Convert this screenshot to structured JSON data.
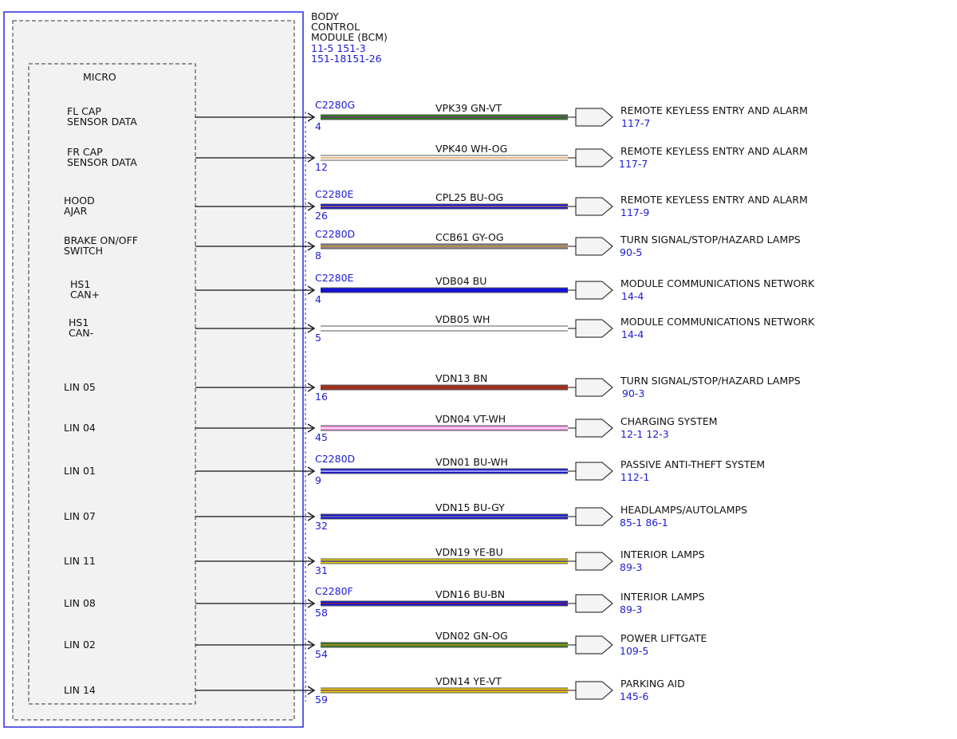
{
  "module": {
    "title_lines": [
      "BODY",
      "CONTROL",
      "MODULE (BCM)"
    ],
    "ref_lines": [
      "11-5  151-3",
      "151-18151-26"
    ],
    "inner_label": "MICRO"
  },
  "colors": {
    "module_border": "#2a2ae0",
    "ref_text": "#1b1bd6",
    "GN": "#2e7d1e",
    "VT": "#7a2a8e",
    "WH": "#ffffff",
    "OG": "#d98a2b",
    "BU": "#1212d8",
    "GY": "#8a8a8a",
    "BN": "#a0301f",
    "YE": "#e6d000",
    "PK": "#f08ee0"
  },
  "circuits": [
    {
      "pin_lines": [
        "FL CAP",
        "SENSOR DATA"
      ],
      "connector": "C2280G",
      "pin": "4",
      "circuit": "VPK39",
      "wire_color": "GN-VT",
      "primary": "GN",
      "stripe": "VT",
      "dest": "REMOTE KEYLESS ENTRY AND ALARM",
      "ref": "117-7"
    },
    {
      "pin_lines": [
        "FR CAP",
        "SENSOR DATA"
      ],
      "connector": "",
      "pin": "12",
      "circuit": "VPK40",
      "wire_color": "WH-OG",
      "primary": "WH",
      "stripe": "OG",
      "dest": "REMOTE KEYLESS ENTRY AND ALARM",
      "ref": "117-7"
    },
    {
      "pin_lines": [
        "HOOD",
        "AJAR"
      ],
      "connector": "C2280E",
      "pin": "26",
      "circuit": "CPL25",
      "wire_color": "BU-OG",
      "primary": "BU",
      "stripe": "OG",
      "dest": "REMOTE KEYLESS ENTRY AND ALARM",
      "ref": "117-9"
    },
    {
      "pin_lines": [
        "BRAKE ON/OFF",
        "SWITCH"
      ],
      "connector": "C2280D",
      "pin": "8",
      "circuit": "CCB61",
      "wire_color": "GY-OG",
      "primary": "GY",
      "stripe": "OG",
      "dest": "TURN SIGNAL/STOP/HAZARD LAMPS",
      "ref": "90-5"
    },
    {
      "pin_lines": [
        "HS1",
        "CAN+"
      ],
      "connector": "C2280E",
      "pin": "4",
      "circuit": "VDB04",
      "wire_color": "BU",
      "primary": "BU",
      "stripe": "",
      "dest": "MODULE COMMUNICATIONS NETWORK",
      "ref": "14-4"
    },
    {
      "pin_lines": [
        "HS1",
        "CAN-"
      ],
      "connector": "",
      "pin": "5",
      "circuit": "VDB05",
      "wire_color": "WH",
      "primary": "WH",
      "stripe": "",
      "dest": "MODULE COMMUNICATIONS NETWORK",
      "ref": "14-4"
    },
    {
      "pin_lines": [
        "LIN 05"
      ],
      "connector": "",
      "pin": "16",
      "circuit": "VDN13",
      "wire_color": "BN",
      "primary": "BN",
      "stripe": "",
      "dest": "TURN SIGNAL/STOP/HAZARD LAMPS",
      "ref": "90-3"
    },
    {
      "pin_lines": [
        "LIN 04"
      ],
      "connector": "",
      "pin": "45",
      "circuit": "VDN04",
      "wire_color": "VT-WH",
      "primary": "PK",
      "stripe": "WH",
      "dest": "CHARGING SYSTEM",
      "ref": "12-1  12-3"
    },
    {
      "pin_lines": [
        "LIN 01"
      ],
      "connector": "C2280D",
      "pin": "9",
      "circuit": "VDN01",
      "wire_color": "BU-WH",
      "primary": "BU",
      "stripe": "WH",
      "dest": "PASSIVE ANTI-THEFT SYSTEM",
      "ref": "112-1"
    },
    {
      "pin_lines": [
        "LIN 07"
      ],
      "connector": "",
      "pin": "32",
      "circuit": "VDN15",
      "wire_color": "BU-GY",
      "primary": "BU",
      "stripe": "GY",
      "dest": "HEADLAMPS/AUTOLAMPS",
      "ref": "85-1   86-1"
    },
    {
      "pin_lines": [
        "LIN 11"
      ],
      "connector": "",
      "pin": "31",
      "circuit": "VDN19",
      "wire_color": "YE-BU",
      "primary": "YE",
      "stripe": "BU",
      "dest": "INTERIOR LAMPS",
      "ref": "89-3"
    },
    {
      "pin_lines": [
        "LIN 08"
      ],
      "connector": "C2280F",
      "pin": "58",
      "circuit": "VDN16",
      "wire_color": "BU-BN",
      "primary": "BU",
      "stripe": "BN",
      "dest": "INTERIOR LAMPS",
      "ref": "89-3"
    },
    {
      "pin_lines": [
        "LIN 02"
      ],
      "connector": "",
      "pin": "54",
      "circuit": "VDN02",
      "wire_color": "GN-OG",
      "primary": "GN",
      "stripe": "OG",
      "dest": "POWER LIFTGATE",
      "ref": "109-5"
    },
    {
      "pin_lines": [
        "LIN 14"
      ],
      "connector": "",
      "pin": "59",
      "circuit": "VDN14",
      "wire_color": "YE-VT",
      "primary": "YE",
      "stripe": "VT",
      "dest": "PARKING AID",
      "ref": "145-6"
    }
  ]
}
